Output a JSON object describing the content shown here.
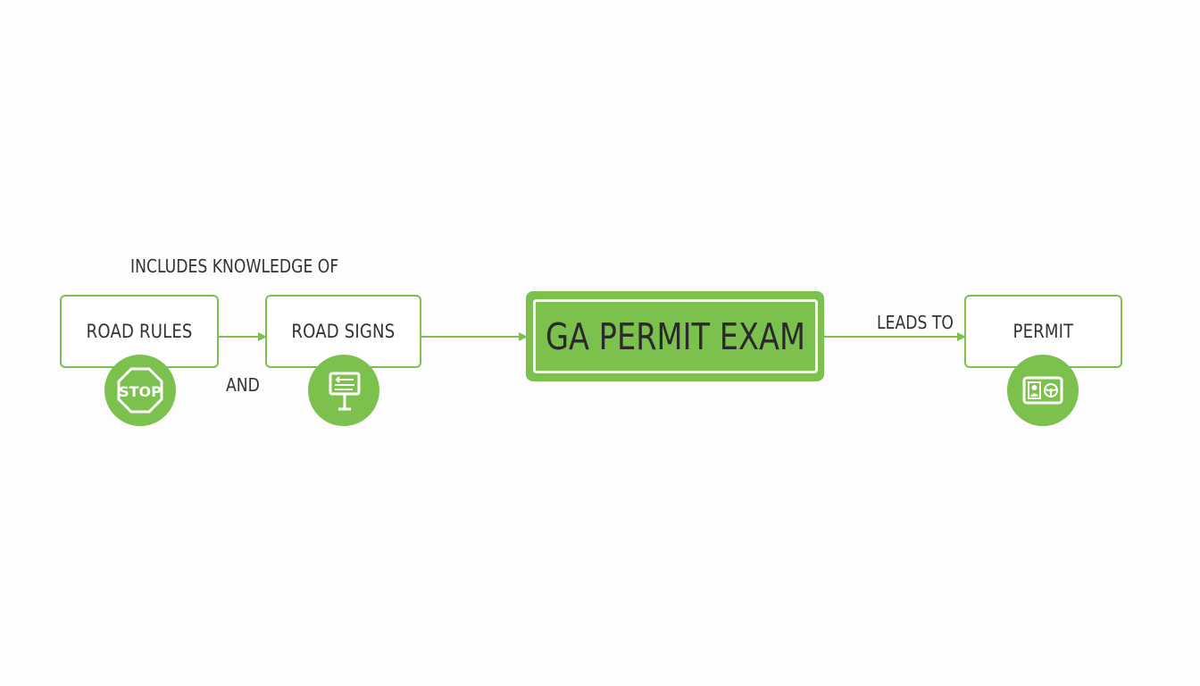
{
  "diagram": {
    "accent_color": "#7cc04e",
    "nodes": {
      "road_rules": {
        "label": "ROAD RULES",
        "icon": "stop-sign-icon",
        "icon_text": "STOP"
      },
      "road_signs": {
        "label": "ROAD SIGNS",
        "icon": "directional-signpost-icon"
      },
      "exam": {
        "label": "GA PERMIT EXAM"
      },
      "permit": {
        "label": "PERMIT",
        "icon": "driver-license-icon"
      }
    },
    "annotations": {
      "includes": "INCLUDES KNOWLEDGE OF",
      "and": "AND",
      "leads_to": "LEADS TO"
    }
  }
}
